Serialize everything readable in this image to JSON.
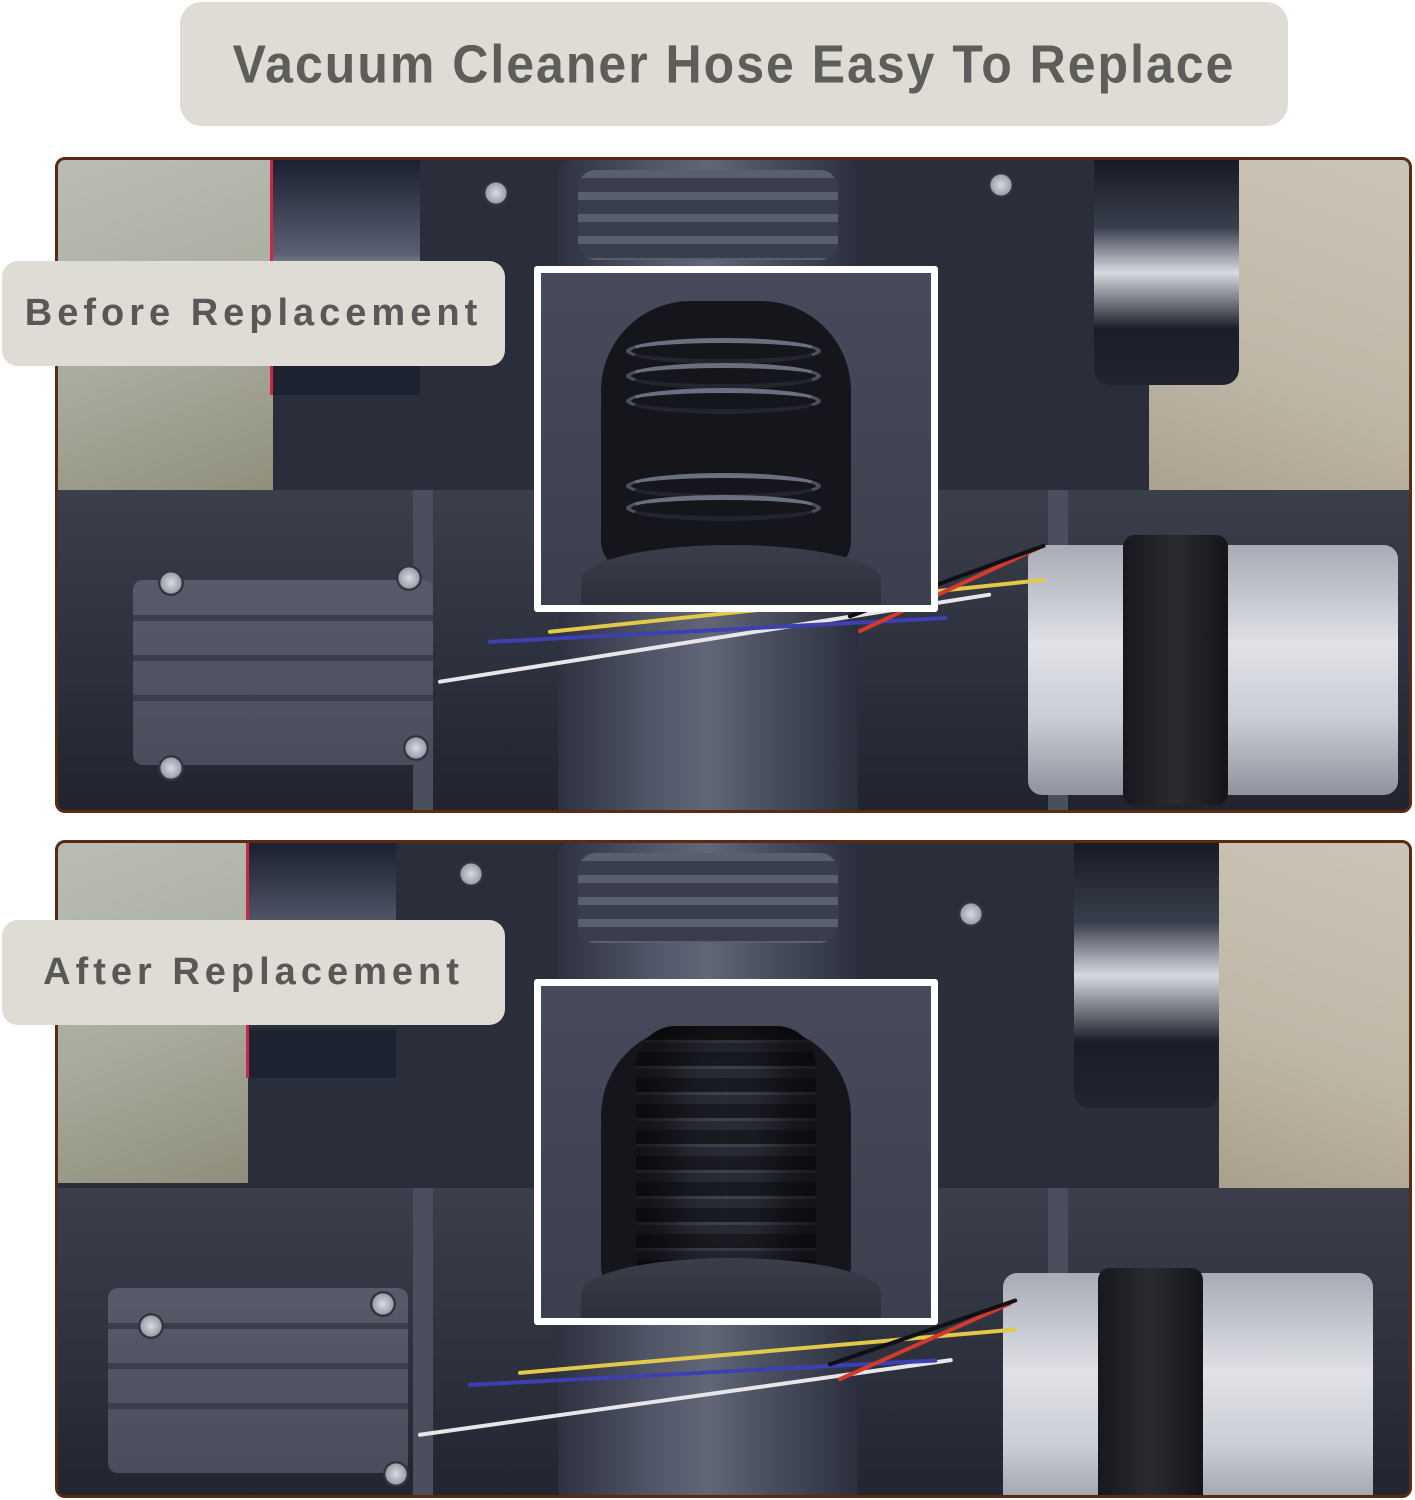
{
  "header": {
    "title": "Vacuum Cleaner Hose Easy To Replace"
  },
  "panels": [
    {
      "id": "before",
      "label": "Before Replacement",
      "highlight": "worn spring-style hose (loose coils)"
    },
    {
      "id": "after",
      "label": "After Replacement",
      "highlight": "new ribbed hose (tight corrugations)"
    }
  ],
  "colors": {
    "pill_background": "#dfdbd5",
    "pill_text": "#5f5d5a",
    "panel_border": "#5a2a12",
    "highlight_border": "#ffffff",
    "page_background": "#ffffff"
  }
}
